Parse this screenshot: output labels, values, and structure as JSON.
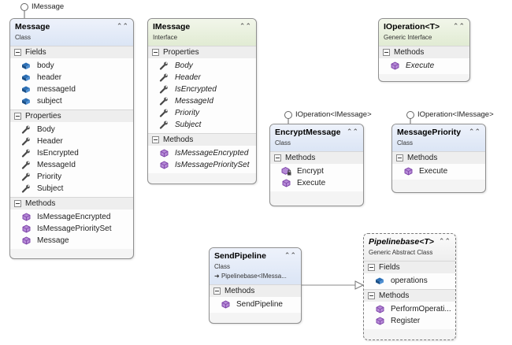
{
  "lollipops": {
    "message": "IMessage",
    "encrypt": "IOperation<IMessage>",
    "priority": "IOperation<IMessage>"
  },
  "message_class": {
    "title": "Message",
    "stereotype": "Class",
    "fields_label": "Fields",
    "fields": [
      "body",
      "header",
      "messageId",
      "subject"
    ],
    "properties_label": "Properties",
    "properties": [
      "Body",
      "Header",
      "IsEncrypted",
      "MessageId",
      "Priority",
      "Subject"
    ],
    "methods_label": "Methods",
    "methods": [
      "IsMessageEncrypted",
      "IsMessagePrioritySet",
      "Message"
    ]
  },
  "imessage": {
    "title": "IMessage",
    "stereotype": "Interface",
    "properties_label": "Properties",
    "properties": [
      "Body",
      "Header",
      "IsEncrypted",
      "MessageId",
      "Priority",
      "Subject"
    ],
    "methods_label": "Methods",
    "methods": [
      "IsMessageEncrypted",
      "IsMessagePrioritySet"
    ]
  },
  "ioperation": {
    "title": "IOperation<T>",
    "stereotype": "Generic Interface",
    "methods_label": "Methods",
    "methods": [
      "Execute"
    ]
  },
  "encrypt_message": {
    "title": "EncryptMessage",
    "stereotype": "Class",
    "methods_label": "Methods",
    "methods": [
      "Encrypt",
      "Execute"
    ]
  },
  "message_priority": {
    "title": "MessagePriority",
    "stereotype": "Class",
    "methods_label": "Methods",
    "methods": [
      "Execute"
    ]
  },
  "send_pipeline": {
    "title": "SendPipeline",
    "stereotype": "Class",
    "inherits": "Pipelinebase<IMessa...",
    "methods_label": "Methods",
    "methods": [
      "SendPipeline"
    ]
  },
  "pipelinebase": {
    "title": "Pipelinebase<T>",
    "stereotype": "Generic Abstract Class",
    "fields_label": "Fields",
    "fields": [
      "operations"
    ],
    "methods_label": "Methods",
    "methods": [
      "PerformOperati...",
      "Register"
    ]
  },
  "icons": {
    "field": "field-icon",
    "property": "wrench-property-icon",
    "method": "method-cube-icon",
    "private_method": "private-method-icon",
    "collapse": "double-chevron-up-icon",
    "section_toggle": "minus-toggle-icon"
  },
  "colors": {
    "class_header": "#dbe5f5",
    "interface_header": "#e1ebd3",
    "method_icon": "#7a3fa6",
    "field_icon": "#2c6fb5"
  }
}
